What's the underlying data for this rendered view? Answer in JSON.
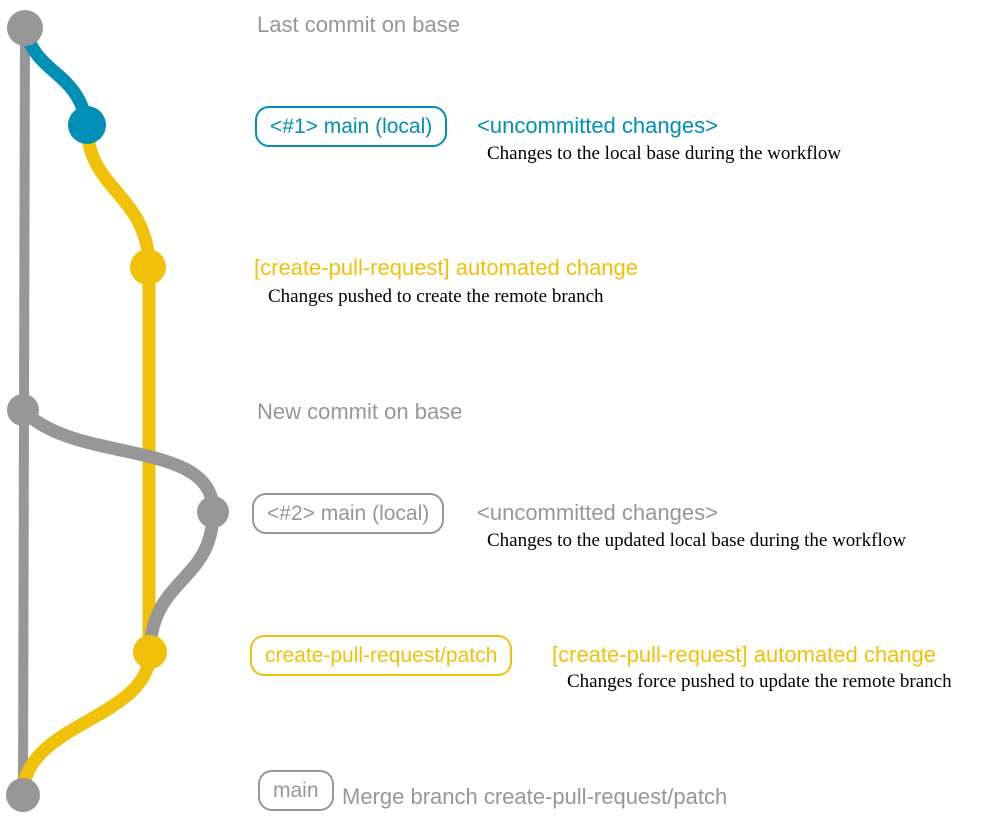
{
  "colors": {
    "gray": "#979797",
    "blue": "#008fb5",
    "yellow": "#f1c109",
    "note_text": "#000000",
    "background": "#ffffff"
  },
  "annotations": {
    "last_commit_label": "Last commit on base",
    "new_commit_label": "New commit on base",
    "branch1": {
      "badge": "<#1> main (local)",
      "message": "<uncommitted changes>",
      "note": "Changes to the local base during the workflow"
    },
    "automated1": {
      "message": "[create-pull-request] automated change",
      "note": "Changes pushed to create the remote branch"
    },
    "branch2": {
      "badge": "<#2> main (local)",
      "message": "<uncommitted changes>",
      "note": "Changes to the updated local base during the workflow"
    },
    "patch": {
      "badge": "create-pull-request/patch",
      "message": "[create-pull-request] automated change",
      "note": "Changes force pushed to update the remote branch"
    },
    "merge": {
      "badge": "main",
      "message": "Merge branch create-pull-request/patch"
    }
  }
}
